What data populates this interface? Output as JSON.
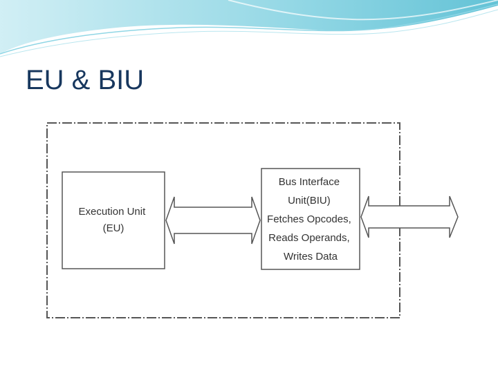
{
  "slide": {
    "title": "EU & BIU"
  },
  "diagram": {
    "eu_block": {
      "lines": [
        "Execution Unit",
        "(EU)"
      ]
    },
    "biu_block": {
      "lines": [
        "Bus Interface",
        "Unit(BIU)",
        "Fetches Opcodes,",
        "Reads Operands,",
        "Writes Data"
      ]
    }
  },
  "theme": {
    "title_color": "#17375e",
    "swoosh_color": "#5bc5d8",
    "diagram_stroke": "#555555"
  }
}
